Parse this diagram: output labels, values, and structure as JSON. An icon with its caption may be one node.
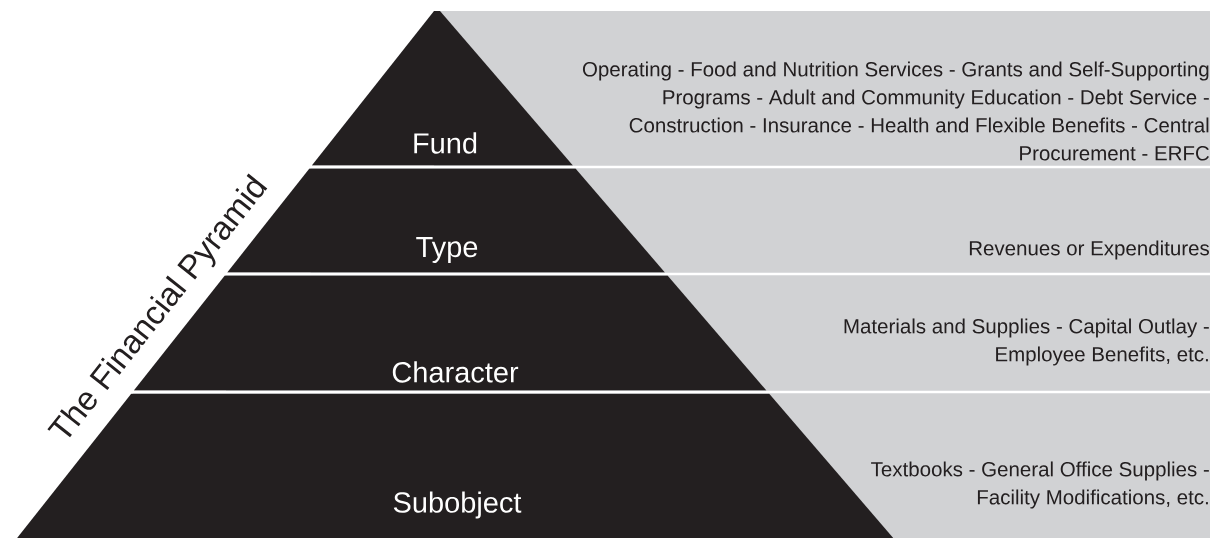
{
  "diagram": {
    "title": "The Financial Pyramid",
    "nodes": [
      {
        "text": [
          "Fund",
          "Operating - Food and Nutrition Services - Grants and Self-Supporting Programs - Adult and Community Education - Debt Service - Construction - Insurance - Health and Flexible Benefits - Central Procurement - ERFC"
        ]
      },
      {
        "text": [
          "Type",
          "Revenues or Expenditures"
        ]
      },
      {
        "text": [
          "Character",
          "Materials and Supplies - Capital Outlay - Employee Benefits, etc."
        ]
      },
      {
        "text": [
          "Subobject",
          "Textbooks - General Office Supplies - Facility Modifications, etc."
        ]
      }
    ]
  }
}
